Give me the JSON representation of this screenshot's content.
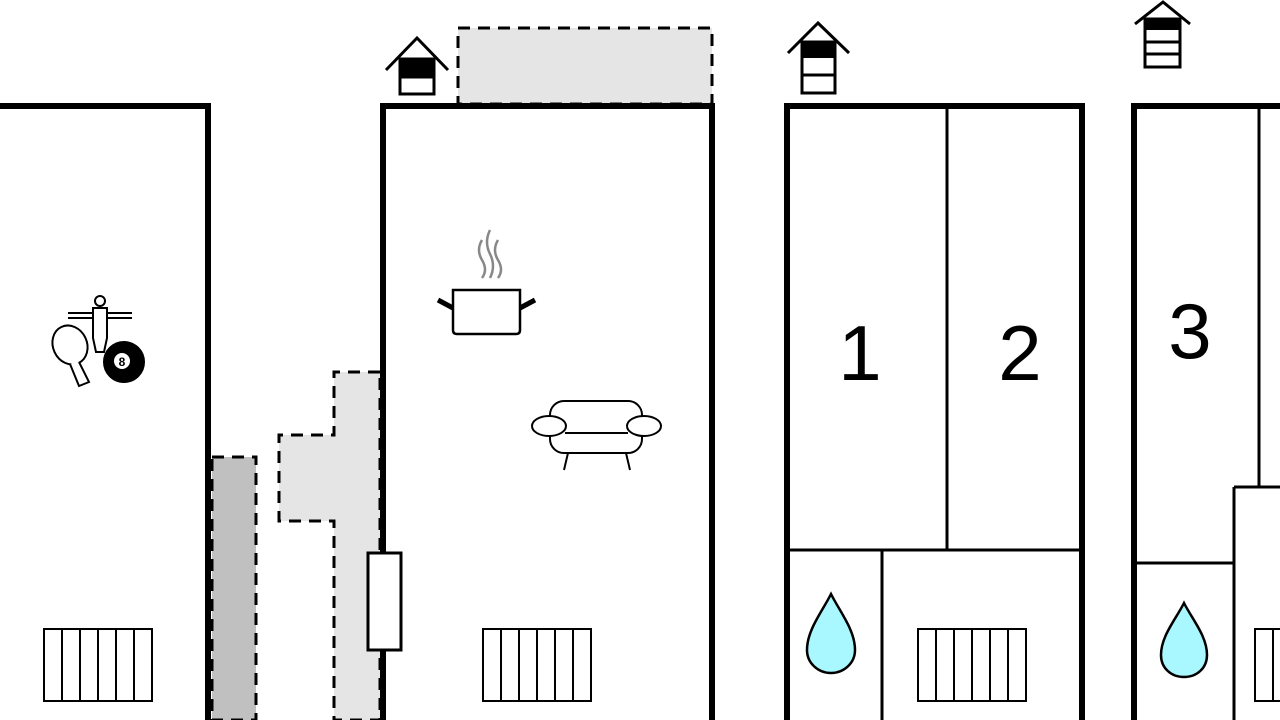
{
  "title": "Floor plan",
  "rooms": {
    "bedroom_1": "1",
    "bedroom_2": "2",
    "bedroom_3": "3"
  },
  "billiard_ball_number": "8",
  "colors": {
    "wall": "#000000",
    "outdoor_area": "#e5e5e5",
    "dark_area": "#c0c0c0",
    "water": "#aaf8ff"
  },
  "icons": [
    "floor-level-1-of-2-icon",
    "floor-level-1-of-3-icon",
    "floor-level-1-of-4-icon",
    "games-icon",
    "cooking-pot-icon",
    "sofa-icon",
    "radiator-icon",
    "water-drop-icon"
  ]
}
